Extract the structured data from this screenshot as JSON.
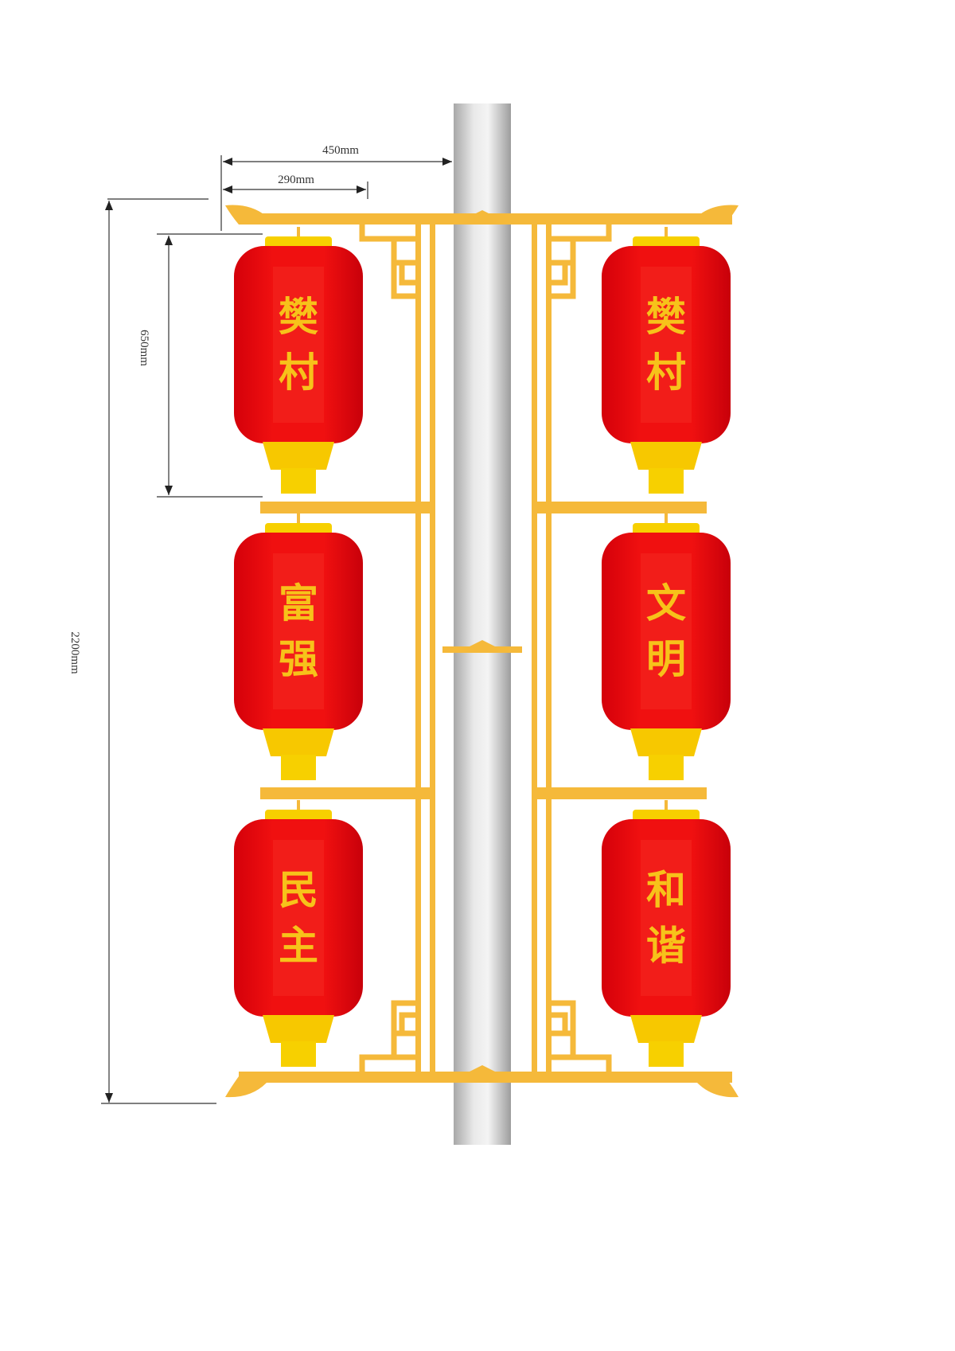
{
  "dimensions": {
    "total_width": "450mm",
    "lantern_offset": "290mm",
    "lantern_height": "650mm",
    "total_height": "2200mm"
  },
  "lanterns": {
    "left": [
      {
        "chars": [
          "樊",
          "村"
        ]
      },
      {
        "chars": [
          "富",
          "强"
        ]
      },
      {
        "chars": [
          "民",
          "主"
        ]
      }
    ],
    "right": [
      {
        "chars": [
          "樊",
          "村"
        ]
      },
      {
        "chars": [
          "文",
          "明"
        ]
      },
      {
        "chars": [
          "和",
          "谐"
        ]
      }
    ]
  },
  "colors": {
    "lantern_red": "#e8060a",
    "lantern_panel": "#f2201c",
    "gold": "#f5b93a",
    "cap_yellow": "#f7d000",
    "pole": "#c9c9c9"
  }
}
